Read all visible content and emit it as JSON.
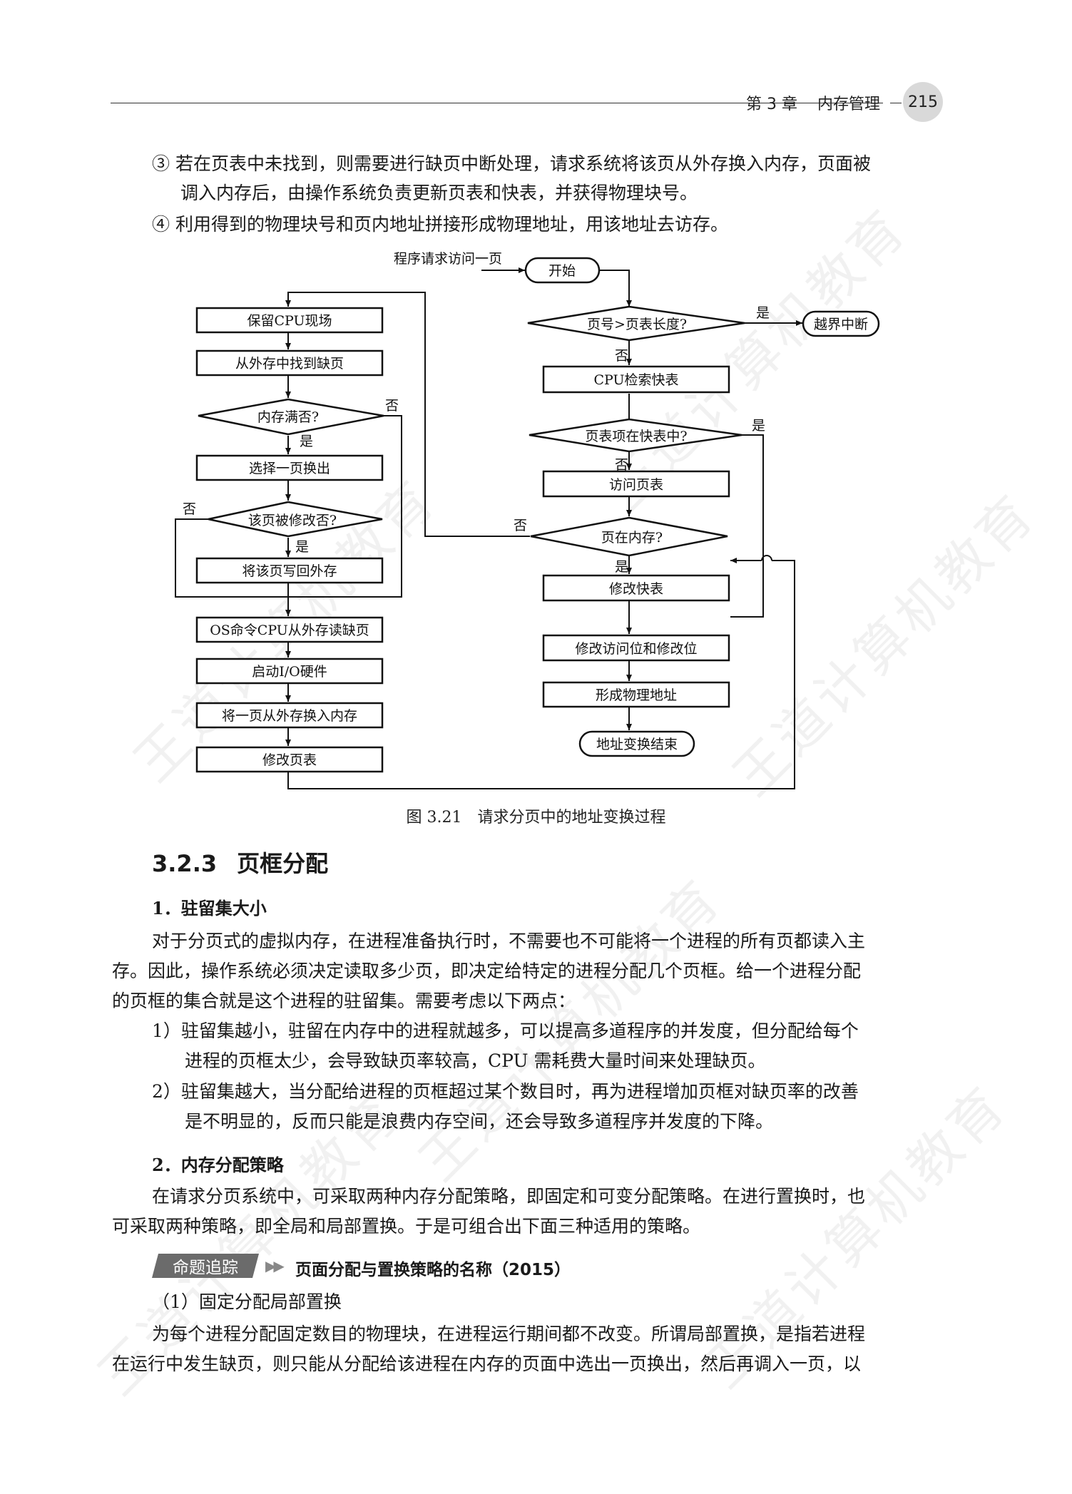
{
  "header": {
    "chapter": "第 3 章",
    "chapter_title": "内存管理",
    "page_number": "215"
  },
  "intro": {
    "p3_line1": "③ 若在页表中未找到，则需要进行缺页中断处理，请求系统将该页从外存换入内存，页面被",
    "p3_line2": "调入内存后，由操作系统负责更新页表和快表，并获得物理块号。",
    "p4": "④ 利用得到的物理块号和页内地址拼接形成物理地址，用该地址去访存。"
  },
  "flowchart": {
    "entry_label": "程序请求访问一页",
    "start": "开始",
    "decision_bounds": "页号>页表长度?",
    "interrupt": "越界中断",
    "cpu_search_tlb": "CPU检索快表",
    "decision_in_tlb": "页表项在快表中?",
    "access_page_table": "访问页表",
    "decision_in_memory": "页在内存?",
    "modify_tlb": "修改快表",
    "modify_bits": "修改访问位和修改位",
    "form_address": "形成物理地址",
    "end": "地址变换结束",
    "save_cpu": "保留CPU现场",
    "find_page": "从外存中找到缺页",
    "decision_mem_full": "内存满否?",
    "select_page": "选择一页换出",
    "decision_modified": "该页被修改否?",
    "write_back": "将该页写回外存",
    "os_command": "OS命令CPU从外存读缺页",
    "start_io": "启动I/O硬件",
    "swap_in": "将一页从外存换入内存",
    "modify_page_table": "修改页表",
    "yes": "是",
    "no": "否"
  },
  "caption": "图 3.21　请求分页中的地址变换过程",
  "section": {
    "number": "3.2.3",
    "title": "页框分配"
  },
  "sub1": {
    "title": "1．驻留集大小",
    "p1_line1": "对于分页式的虚拟内存，在进程准备执行时，不需要也不可能将一个进程的所有页都读入主",
    "p1_line2": "存。因此，操作系统必须决定读取多少页，即决定给特定的进程分配几个页框。给一个进程分配",
    "p1_line3": "的页框的集合就是这个进程的驻留集。需要考虑以下两点：",
    "item1_line1": "1）驻留集越小，驻留在内存中的进程就越多，可以提高多道程序的并发度，但分配给每个",
    "item1_line2": "进程的页框太少，会导致缺页率较高，CPU 需耗费大量时间来处理缺页。",
    "item2_line1": "2）驻留集越大，当分配给进程的页框超过某个数目时，再为进程增加页框对缺页率的改善",
    "item2_line2": "是不明显的，反而只能是浪费内存空间，还会导致多道程序并发度的下降。"
  },
  "sub2": {
    "title": "2．内存分配策略",
    "p1_line1": "在请求分页系统中，可采取两种内存分配策略，即固定和可变分配策略。在进行置换时，也",
    "p1_line2": "可采取两种策略，即全局和局部置换。于是可组合出下面三种适用的策略。"
  },
  "tag": {
    "label": "命题追踪",
    "arrow": "▶▶",
    "text": "页面分配与置换策略的名称（2015）"
  },
  "sub3": {
    "title": "（1）固定分配局部置换",
    "p1_line1": "为每个进程分配固定数目的物理块，在进程运行期间都不改变。所谓局部置换，是指若进程",
    "p1_line2": "在运行中发生缺页，则只能从分配给该进程在内存的页面中选出一页换出，然后再调入一页，以"
  },
  "watermark": "王道计算机教育"
}
